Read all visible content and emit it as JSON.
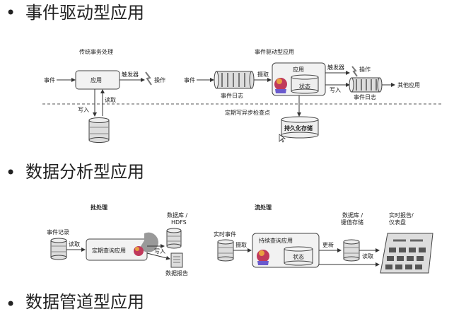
{
  "sections": [
    {
      "bullet": "•",
      "title": "事件驱动型应用"
    },
    {
      "bullet": "•",
      "title": "数据分析型应用"
    },
    {
      "bullet": "•",
      "title": "数据管道型应用"
    }
  ],
  "traditional": {
    "title": "传统事务处理",
    "event": "事件",
    "app": "应用",
    "trigger": "触发器",
    "action": "操作",
    "write": "写入",
    "read": "读取"
  },
  "event_driven": {
    "title": "事件驱动型应用",
    "event": "事件",
    "event_log": "事件日志",
    "fetch": "摄取",
    "app": "应用",
    "state": "状态",
    "trigger": "触发器",
    "action": "操作",
    "write": "写入",
    "event_log2": "事件日志",
    "other_app": "其他应用",
    "checkpoint": "定期写异步检查点",
    "persistent": "持久化存储"
  },
  "batch": {
    "title": "批处理",
    "event_records": "事件记录",
    "read": "读取",
    "query_app": "定期查询应用",
    "write": "写入",
    "db": "数据库 /",
    "hdfs": "HDFS",
    "report": "数据报告"
  },
  "stream": {
    "title": "流处理",
    "realtime_event": "实时事件",
    "fetch": "摄取",
    "query_app": "持续查询应用",
    "state": "状态",
    "update": "更新",
    "db": "数据库 /",
    "kv": "键值存储",
    "read": "读取",
    "report": "实时报告/",
    "dashboard": "仪表盘"
  }
}
